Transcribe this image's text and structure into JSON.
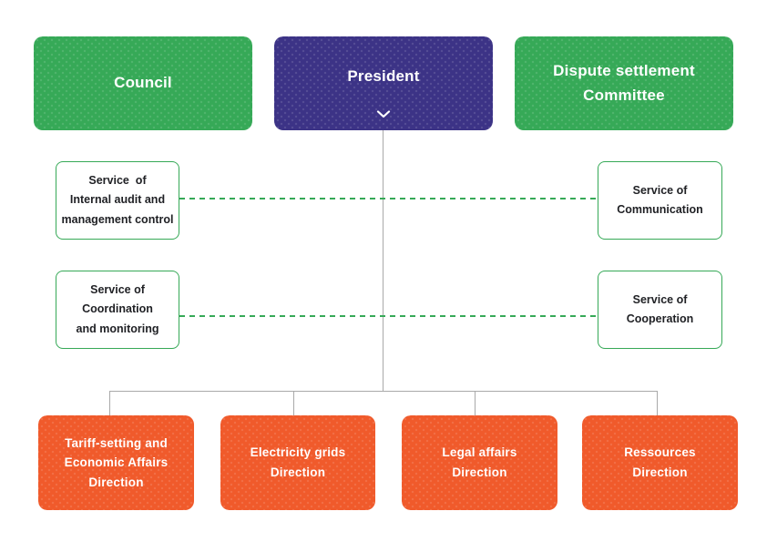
{
  "colors": {
    "green": "#36a957",
    "purple": "#3c3386",
    "orange": "#f05a2b",
    "connector_gray": "#a9a9a9",
    "dashed_link_green": "#36a957",
    "service_text": "#1f2024",
    "box_text": "#ffffff",
    "background": "#ffffff"
  },
  "org_chart": {
    "top_row": [
      {
        "id": "council",
        "label": "Council"
      },
      {
        "id": "president",
        "label": "President",
        "expand_icon": "chevron-down"
      },
      {
        "id": "dispute-settlement-committee",
        "label": "Dispute settlement\nCommittee"
      }
    ],
    "services": [
      {
        "id": "internal-audit",
        "label": "Service  of\nInternal audit and\nmanagement control"
      },
      {
        "id": "communication",
        "label": "Service of\nCommunication"
      },
      {
        "id": "coordination",
        "label": "Service of\nCoordination\nand monitoring"
      },
      {
        "id": "cooperation",
        "label": "Service of\nCooperation"
      }
    ],
    "directions": [
      {
        "id": "tariff",
        "label": "Tariff-setting and\nEconomic Affairs\nDirection"
      },
      {
        "id": "electricity-grids",
        "label": "Electricity grids\nDirection"
      },
      {
        "id": "legal-affairs",
        "label": "Legal affairs\nDirection"
      },
      {
        "id": "ressources",
        "label": "Ressources\nDirection"
      }
    ]
  }
}
